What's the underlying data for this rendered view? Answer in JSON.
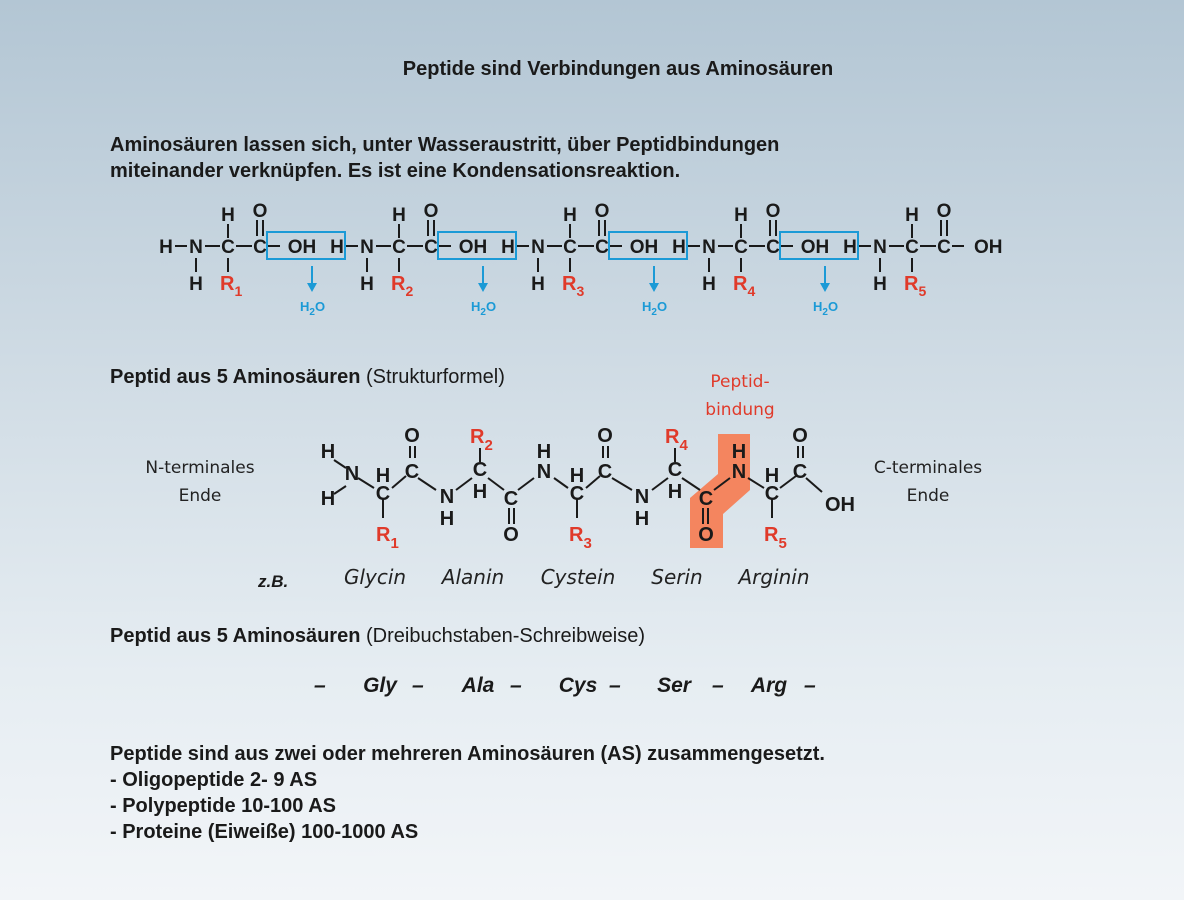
{
  "title": "Peptide sind Verbindungen aus Aminosäuren",
  "intro": {
    "line1": "Aminosäuren lassen sich, unter Wasseraustritt, über Peptidbindungen",
    "line2": "miteinander verknüpfen. Es ist eine Kondensationsreaktion."
  },
  "reaction": {
    "residue_subscripts": [
      "1",
      "2",
      "3",
      "4",
      "5"
    ],
    "water_label": "H",
    "water_subscript": "2",
    "water_suffix": "O",
    "hydroxyl_label": "OH",
    "colors": {
      "r_group": "#e03a2a",
      "water": "#1b9ad6",
      "bond_box": "#1b9ad6",
      "text": "#1a1a1a"
    }
  },
  "structure": {
    "header_bold": "Peptid aus 5 Aminosäuren",
    "header_normal": "(Strukturformel)",
    "bond_label_line1": "Peptid-",
    "bond_label_line2": "bindung",
    "n_terminal_line1": "N-terminales",
    "n_terminal_line2": "Ende",
    "c_terminal_line1": "C-terminales",
    "c_terminal_line2": "Ende",
    "example_label": "z.B.",
    "amino_acids": [
      "Glycin",
      "Alanin",
      "Cystein",
      "Serin",
      "Arginin"
    ],
    "colors": {
      "highlight": "#f4855f",
      "bond_label": "#e03a2a"
    }
  },
  "three_letter": {
    "header_bold": "Peptid aus 5 Aminosäuren",
    "header_normal": "(Dreibuchstaben-Schreibweise)",
    "dash": "–",
    "codes": [
      "Gly",
      "Ala",
      "Cys",
      "Ser",
      "Arg"
    ]
  },
  "summary": {
    "line1": "Peptide sind aus zwei oder mehreren Aminosäuren (AS) zusammengesetzt.",
    "items": [
      "- Oligopeptide  2- 9 AS",
      "- Polypeptide  10-100 AS",
      "- Proteine (Eiweiße)  100-1000 AS"
    ]
  }
}
